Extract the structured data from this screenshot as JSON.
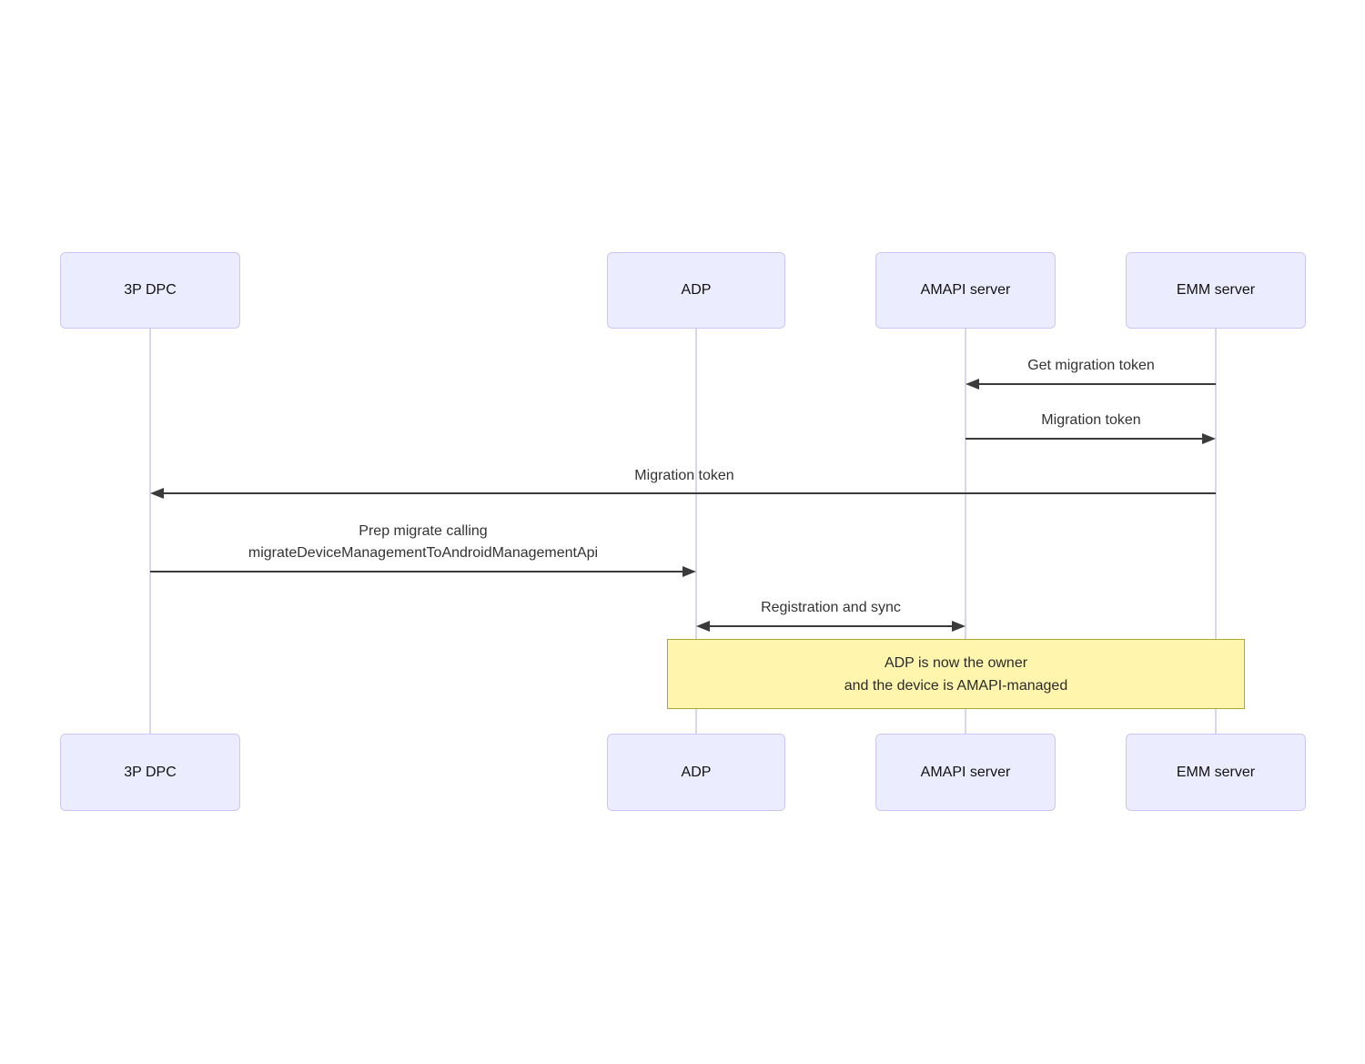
{
  "diagram": {
    "type": "sequence",
    "actors": [
      {
        "id": "3p-dpc",
        "label": "3P DPC"
      },
      {
        "id": "adp",
        "label": "ADP"
      },
      {
        "id": "amapi-server",
        "label": "AMAPI server"
      },
      {
        "id": "emm-server",
        "label": "EMM server"
      }
    ],
    "messages": [
      {
        "from": "EMM server",
        "to": "AMAPI server",
        "direction": "left",
        "label": "Get migration token"
      },
      {
        "from": "AMAPI server",
        "to": "EMM server",
        "direction": "right",
        "label": "Migration token"
      },
      {
        "from": "EMM server",
        "to": "3P DPC",
        "direction": "left",
        "label": "Migration token"
      },
      {
        "from": "3P DPC",
        "to": "ADP",
        "direction": "right",
        "label": "Prep migrate calling",
        "label_line2": "migrateDeviceManagementToAndroidManagementApi"
      },
      {
        "from": "ADP",
        "to": "AMAPI server",
        "direction": "both",
        "label": "Registration and sync"
      }
    ],
    "note": {
      "over": "ADP, AMAPI server, EMM server",
      "line1": "ADP is now the owner",
      "line2": "and the device is AMAPI-managed"
    },
    "colors": {
      "actor_fill": "#ECECFF",
      "actor_border": "#CCC6F2",
      "lifeline": "#DAD4EF",
      "arrow": "#3b3b3b",
      "message_text": "#333333",
      "note_fill": "#FFF5AD",
      "note_border": "#AAAA33",
      "background": "#ffffff"
    }
  }
}
